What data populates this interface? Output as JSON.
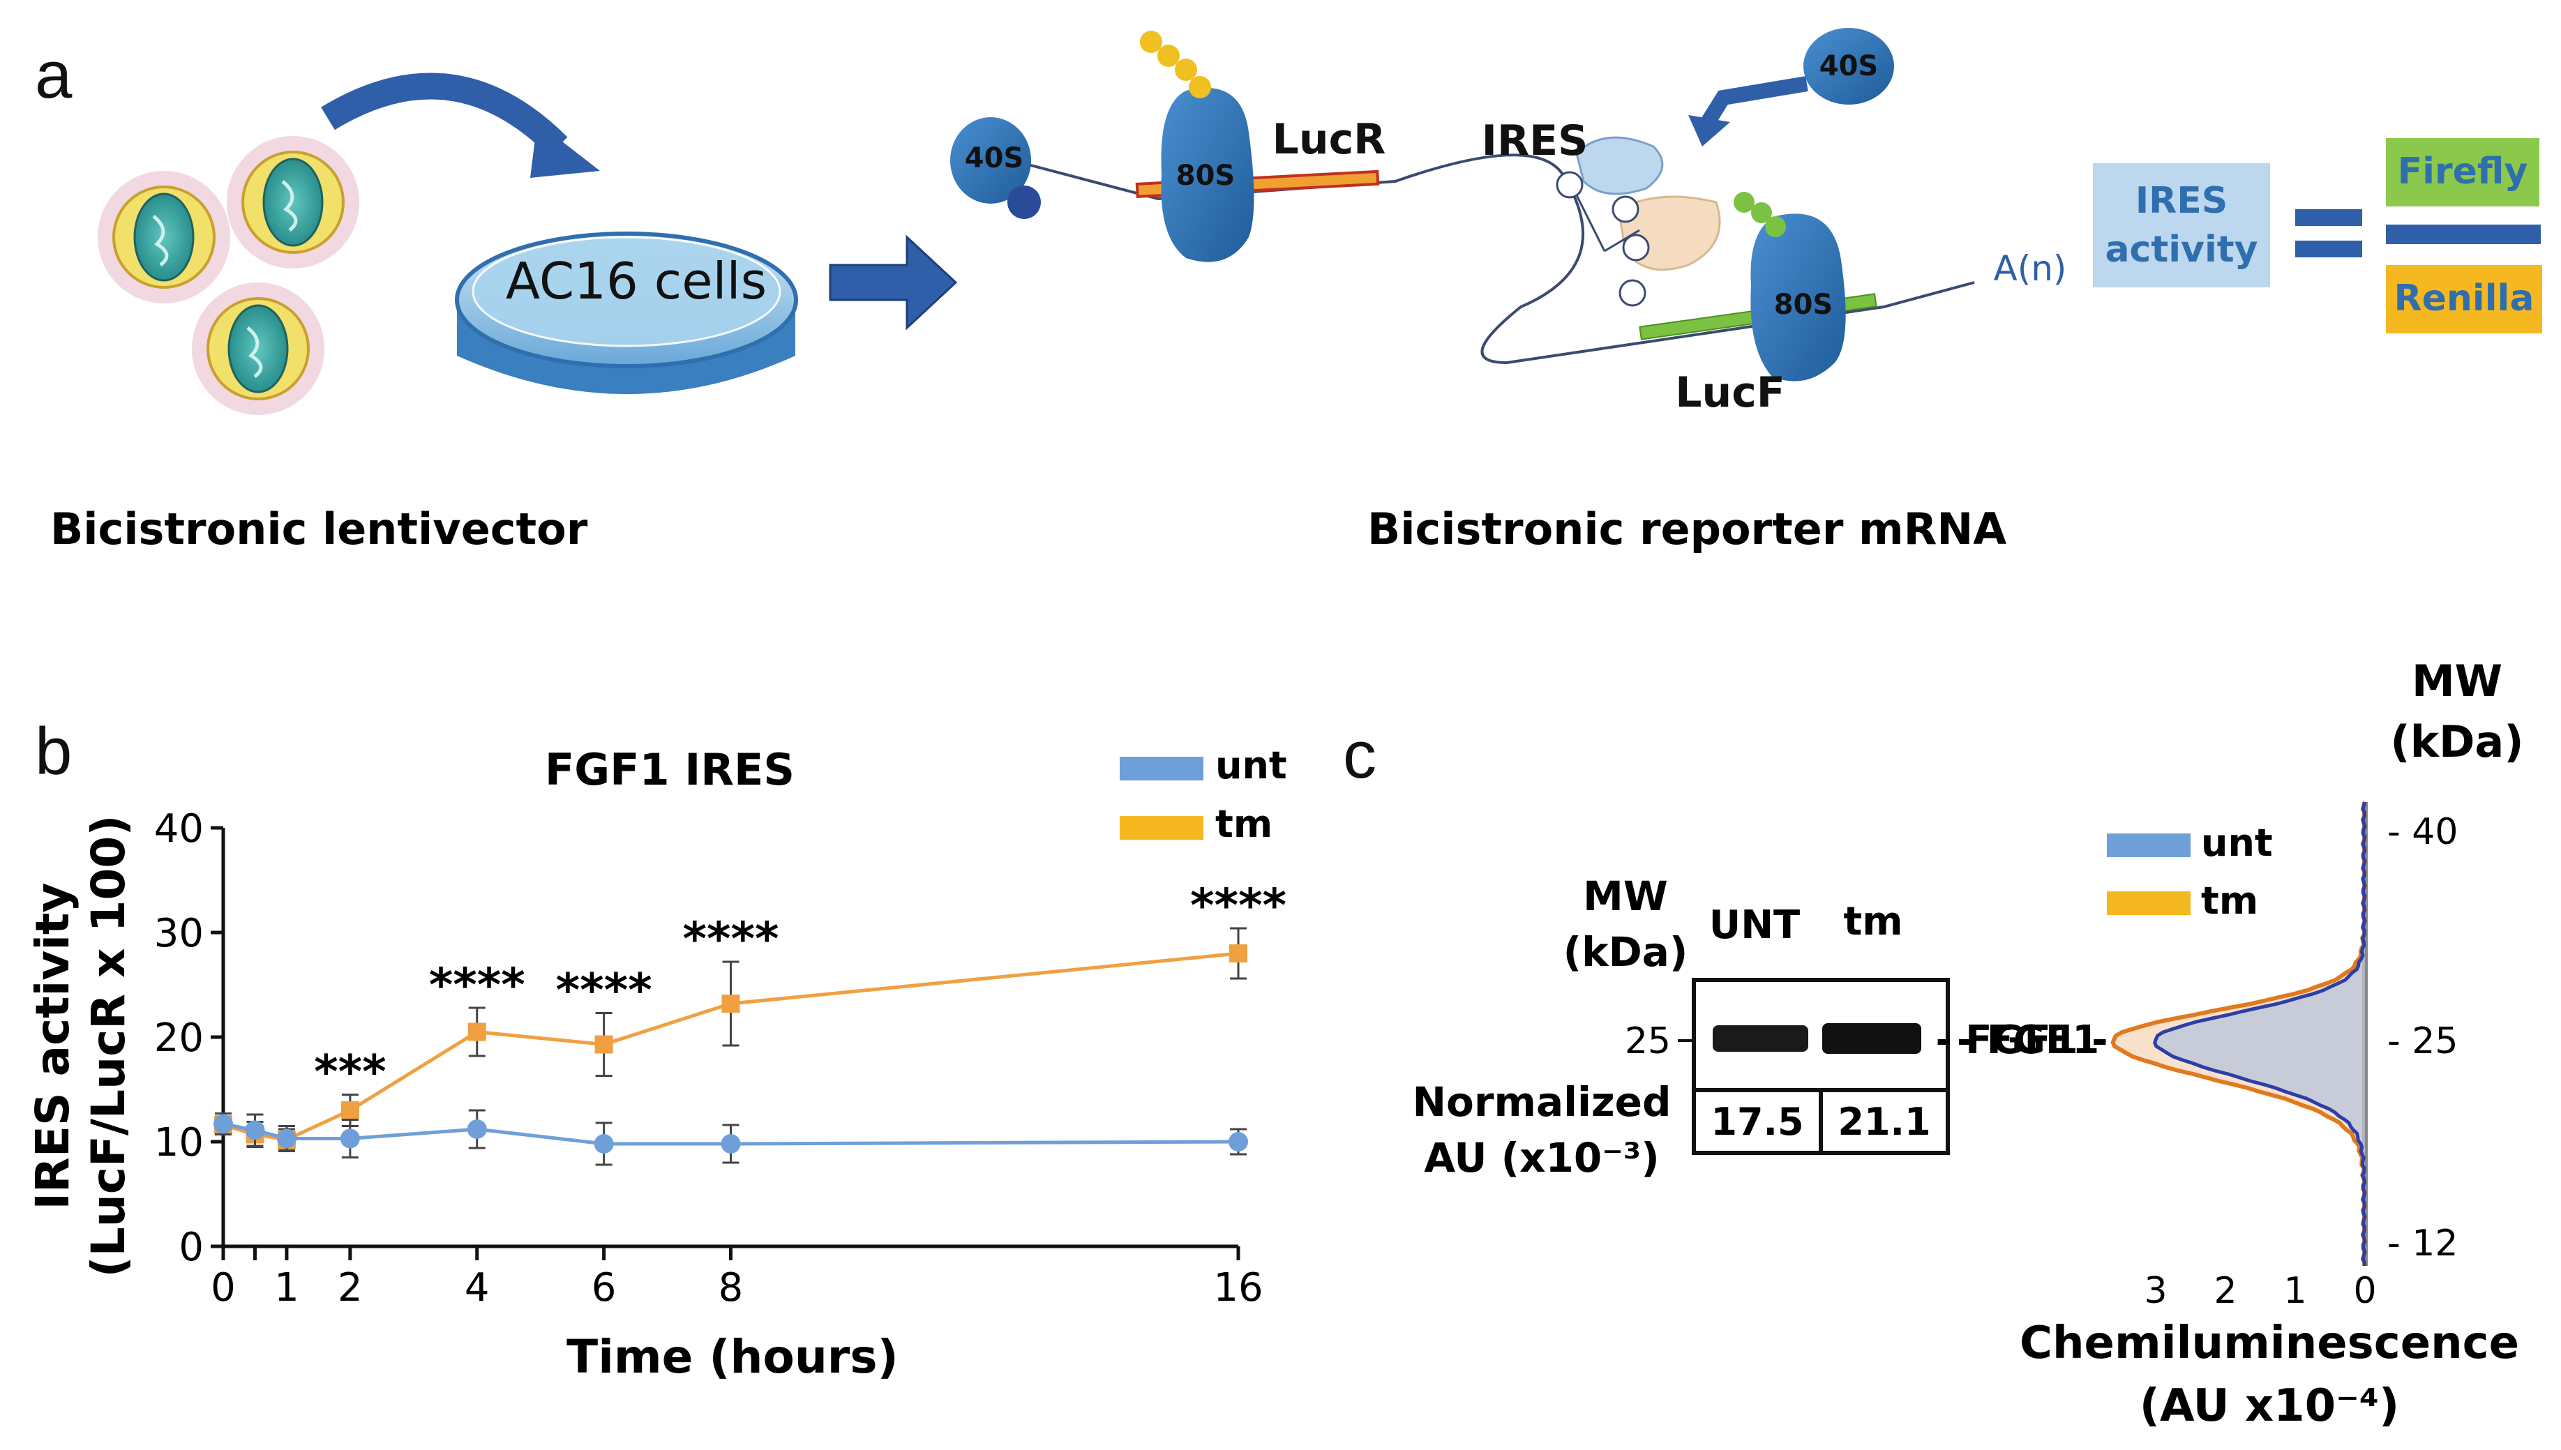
{
  "panel_a": {
    "letter": "a",
    "dish_label": "AC16 cells",
    "lentivector_caption": "Bicistronic lentivector",
    "mrna_caption": "Bicistronic reporter mRNA",
    "ribosome_40s": "40S",
    "ribosome_80s": "80S",
    "lucr": "LucR",
    "lucf": "LucF",
    "ires": "IRES",
    "polya": "A(n)",
    "ires_activity_box": [
      "IRES",
      "activity"
    ],
    "firefly": "Firefly",
    "renilla": "Renilla",
    "colors": {
      "ribosome": "#2f6fae",
      "lucr_bar": "#f0a030",
      "lucf_bar": "#7cc242",
      "firefly_box": "#8cc84b",
      "renilla_box": "#f5b820",
      "ires_box": "#bcd7ee",
      "arrow": "#2f5fa8"
    }
  },
  "panel_b": {
    "letter": "b",
    "title": "FGF1 IRES",
    "ylabel_line1": "IRES activity",
    "ylabel_line2": "(LucF/LucR x 100)",
    "xlabel": "Time (hours)",
    "legend": [
      "unt",
      "tm"
    ],
    "colors": {
      "unt": "#6f9fd8",
      "tm": "#f0a040"
    },
    "significance": [
      {
        "x": 2,
        "label": "***"
      },
      {
        "x": 4,
        "label": "****"
      },
      {
        "x": 6,
        "label": "****"
      },
      {
        "x": 8,
        "label": "****"
      },
      {
        "x": 16,
        "label": "****"
      }
    ]
  },
  "chart_data": [
    {
      "type": "line",
      "title": "FGF1 IRES",
      "xlabel": "Time (hours)",
      "ylabel": "IRES activity (LucF/LucR x 100)",
      "x_ticks": [
        0,
        0.5,
        1,
        2,
        4,
        6,
        8,
        16
      ],
      "x_tick_labels": [
        "0",
        "",
        "1",
        "2",
        "4",
        "6",
        "8",
        "16"
      ],
      "y_ticks": [
        0,
        10,
        20,
        30,
        40
      ],
      "ylim": [
        0,
        40
      ],
      "legend_position": "top-right",
      "series": [
        {
          "name": "unt",
          "x": [
            0,
            0.5,
            1,
            2,
            4,
            6,
            8,
            16
          ],
          "values": [
            11.7,
            11.1,
            10.3,
            10.3,
            11.2,
            9.8,
            9.8,
            10.0
          ],
          "error": [
            1.0,
            1.5,
            1.2,
            1.8,
            1.8,
            2.0,
            1.8,
            1.2
          ]
        },
        {
          "name": "tm",
          "x": [
            0,
            0.5,
            1,
            2,
            4,
            6,
            8,
            16
          ],
          "values": [
            11.6,
            10.7,
            10.2,
            13.0,
            20.5,
            19.3,
            23.2,
            28.0
          ],
          "error": [
            0.8,
            1.2,
            1.0,
            1.5,
            2.3,
            3.0,
            4.0,
            2.4
          ]
        }
      ]
    },
    {
      "type": "area",
      "title": "",
      "xlabel": "Chemiluminescence (AU x10⁻⁴)",
      "ylabel": "MW (kDa)",
      "x_ticks": [
        3,
        2,
        1,
        0
      ],
      "y_tick_labels": [
        "40",
        "25",
        "12"
      ],
      "legend_position": "top-left",
      "peak_label": "- FGF1 -",
      "series": [
        {
          "name": "unt",
          "peak_kDa": 25,
          "peak_value": 3.0
        },
        {
          "name": "tm",
          "peak_kDa": 25,
          "peak_value": 3.6
        }
      ]
    }
  ],
  "panel_c": {
    "letter": "c",
    "blot_mw_label_1": "MW",
    "blot_mw_label_2": "(kDa)",
    "lane_labels": [
      "UNT",
      "tm"
    ],
    "marker_25": "25",
    "normalized_label_1": "Normalized",
    "normalized_label_2": "AU (x10⁻³)",
    "normalized_values": [
      "17.5",
      "21.1"
    ],
    "band_label": "- FGF1",
    "peak_label": "- FGF1 -",
    "legend": [
      "unt",
      "tm"
    ],
    "mw_title_1": "MW",
    "mw_title_2": "(kDa)",
    "mw_ticks": [
      "- 40",
      "- 25",
      "- 12"
    ],
    "x_ticks": [
      "3",
      "2",
      "1",
      "0"
    ],
    "xlabel_1": "Chemiluminescence",
    "xlabel_2": "(AU x10⁻⁴)",
    "colors": {
      "unt": "#6f9fd8",
      "tm": "#f0a040",
      "unt_line": "#2b3fa8",
      "tm_line": "#e07a20"
    }
  }
}
